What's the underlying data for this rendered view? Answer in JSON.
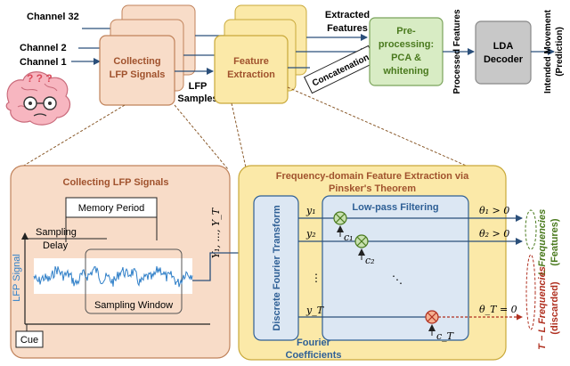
{
  "inputs": {
    "ch32": "Channel 32",
    "ch2": "Channel 2",
    "ch1": "Channel 1"
  },
  "top": {
    "collect_l1": "Collecting",
    "collect_l2": "LFP Signals",
    "lfp_samples_l1": "LFP",
    "lfp_samples_l2": "Samples",
    "feat_l1": "Feature",
    "feat_l2": "Extraction",
    "extracted_l1": "Extracted",
    "extracted_l2": "Features",
    "concat": "Concatenation",
    "pre_l1": "Pre-",
    "pre_l2": "processing:",
    "pre_l3": "PCA &",
    "pre_l4": "whitening",
    "processed": "Processed Features",
    "lda_l1": "LDA",
    "lda_l2": "Decoder",
    "out_l1": "Intended Movement",
    "out_l2": "(Prediction)"
  },
  "left_panel": {
    "title": "Collecting LFP Signals",
    "memory": "Memory Period",
    "delay_l1": "Sampling",
    "delay_l2": "Delay",
    "ylabel": "LFP Signal",
    "window": "Sampling Window",
    "cue": "Cue",
    "y_seq": "Y₁, ..., Y_T"
  },
  "right_panel": {
    "title_l1": "Frequency-domain Feature Extraction via",
    "title_l2": "Pinsker's Theorem",
    "dft": "Discrete Fourier Transform",
    "lowpass": "Low-pass Filtering",
    "y1": "y₁",
    "y2": "y₂",
    "yT": "y_T",
    "c1": "c₁",
    "c2": "c₂",
    "cT": "c_T",
    "theta1": "θ₁ > 0",
    "theta2": "θ₂ > 0",
    "thetaT": "θ_T = 0",
    "dots": "⋮",
    "ddots": "⋱",
    "fourier_l1": "Fourier",
    "fourier_l2": "Coefficients",
    "L_freq_l1": "L Frequencies",
    "L_freq_l2": "(Features)",
    "TL_freq_l1": "T − L Frequencies",
    "TL_freq_l2": "(discarded)"
  },
  "colors": {
    "collect_fill": "#f8dcc8",
    "collect_stroke": "#c0825a",
    "collect_text": "#a0522d",
    "feat_fill": "#fbe9a8",
    "feat_stroke": "#c9a93a",
    "pre_fill": "#d8ecc4",
    "pre_stroke": "#7aa35a",
    "lda_fill": "#c8c8c8",
    "blue_fill": "#dce7f3",
    "blue_stroke": "#2e5f95",
    "green_text": "#4a7a1e",
    "red_text": "#b03020",
    "signal": "#2f7fc8"
  }
}
